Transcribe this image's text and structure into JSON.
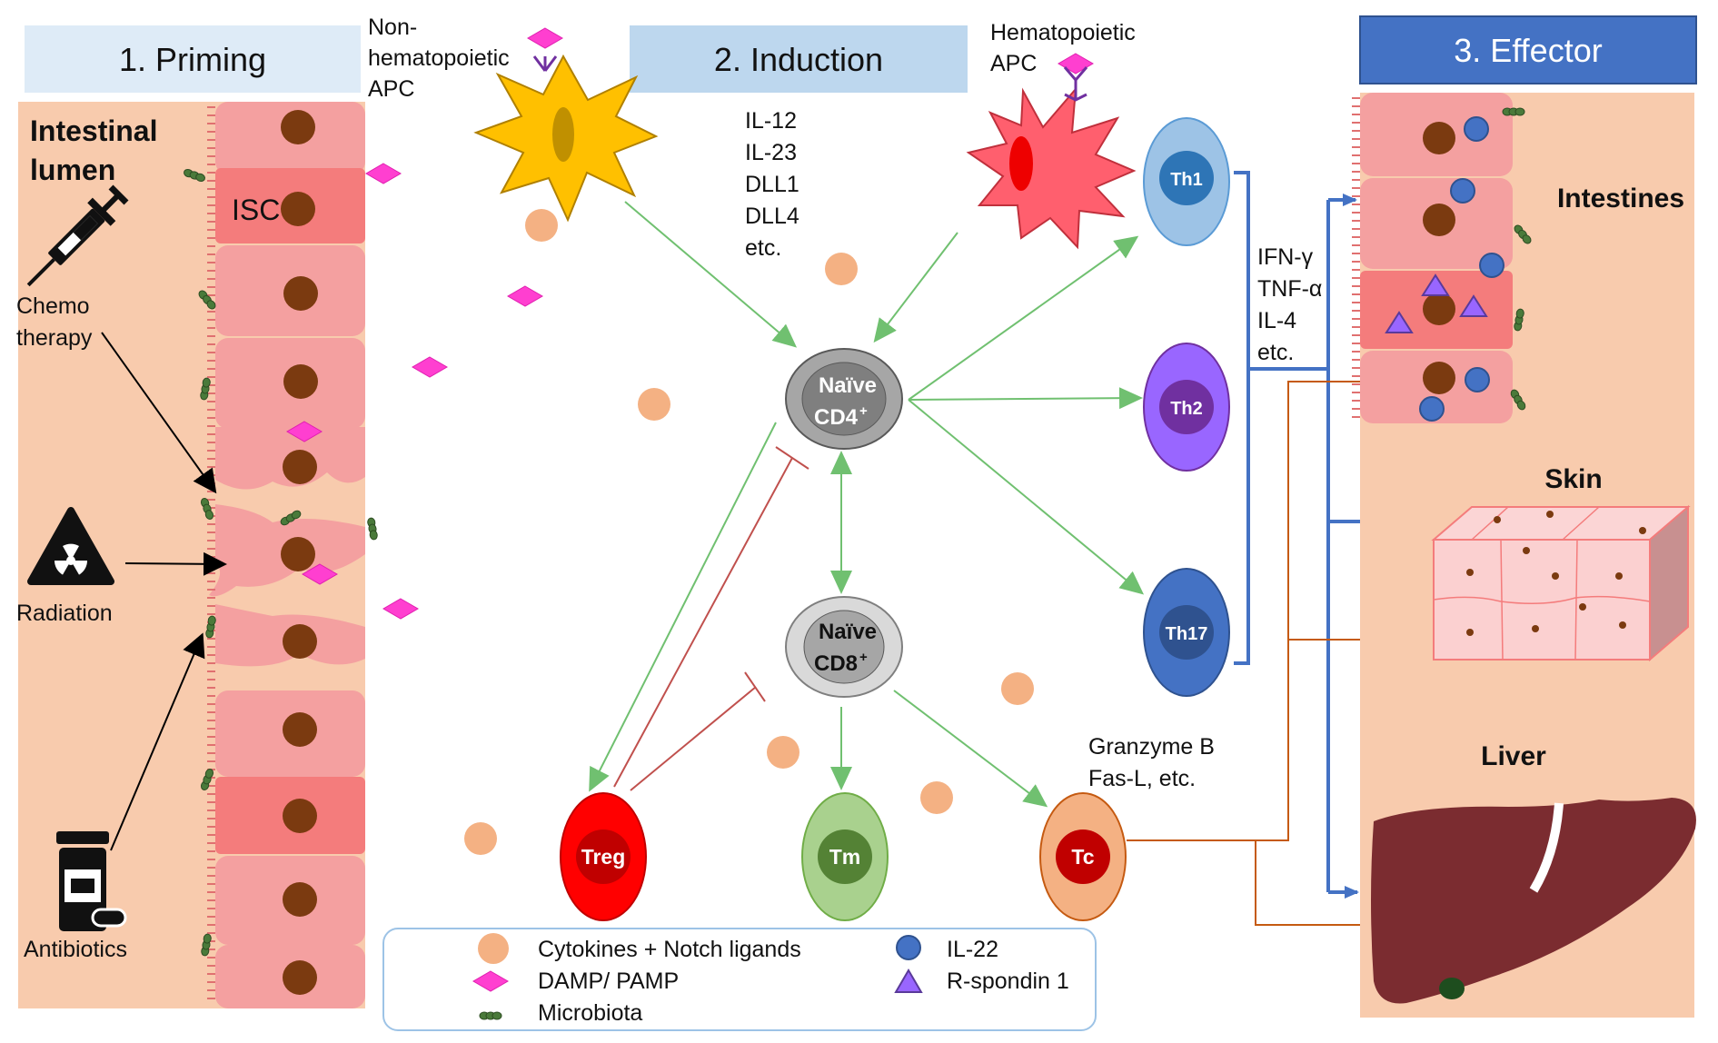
{
  "phases": {
    "priming": "1. Priming",
    "induction": "2. Induction",
    "effector": "3. Effector"
  },
  "lumen": {
    "line1": "Intestinal",
    "line2": "lumen"
  },
  "isc_label": "ISC",
  "factors": {
    "chemo_line1": "Chemo",
    "chemo_line2": "therapy",
    "radiation": "Radiation",
    "antibiotics": "Antibiotics"
  },
  "apc": {
    "non_hema_line1": "Non-",
    "non_hema_line2": "hematopoietic",
    "non_hema_line3": "APC",
    "hema_line1": "Hematopoietic",
    "hema_line2": "APC"
  },
  "induction_signals": [
    "IL-12",
    "IL-23",
    "DLL1",
    "DLL4",
    "etc."
  ],
  "cells": {
    "naive_cd4_line1": "Naïve",
    "naive_cd4_line2": "CD4",
    "naive_cd4_sup": "+",
    "naive_cd8_line1": "Naïve",
    "naive_cd8_line2": "CD8",
    "naive_cd8_sup": "+",
    "th1": "Th1",
    "th2": "Th2",
    "th17": "Th17",
    "treg": "Treg",
    "tm": "Tm",
    "tc": "Tc"
  },
  "effector_cytokines": [
    "IFN-γ",
    "TNF-α",
    "IL-4",
    "etc."
  ],
  "tc_mediators": [
    "Granzyme B",
    "Fas-L, etc."
  ],
  "organs": {
    "intestines": "Intestines",
    "skin": "Skin",
    "liver": "Liver"
  },
  "legend": {
    "cytokines": "Cytokines + Notch ligands",
    "damp": "DAMP/ PAMP",
    "microbiota": "Microbiota",
    "il22": "IL-22",
    "rspondin": "R-spondin 1"
  },
  "colors": {
    "lumen_bg": "#f8cbad",
    "epithelium": "#f4a0a0",
    "isc_cell": "#f47c7c",
    "nucleus": "#7b3a10",
    "damp": "#ff3fd0",
    "microbiota": "#4a7a3a",
    "cytokine": "#f4b183",
    "green_arrow": "#70c070",
    "blue_line": "#4472c4",
    "orange_line": "#c55a11",
    "treg": "#ff0000",
    "tm": "#a9d18e",
    "tc": "#f4b183",
    "th1": "#9dc3e6",
    "th2": "#9966ff",
    "th17": "#4472c4",
    "liver": "#7b2c30"
  }
}
